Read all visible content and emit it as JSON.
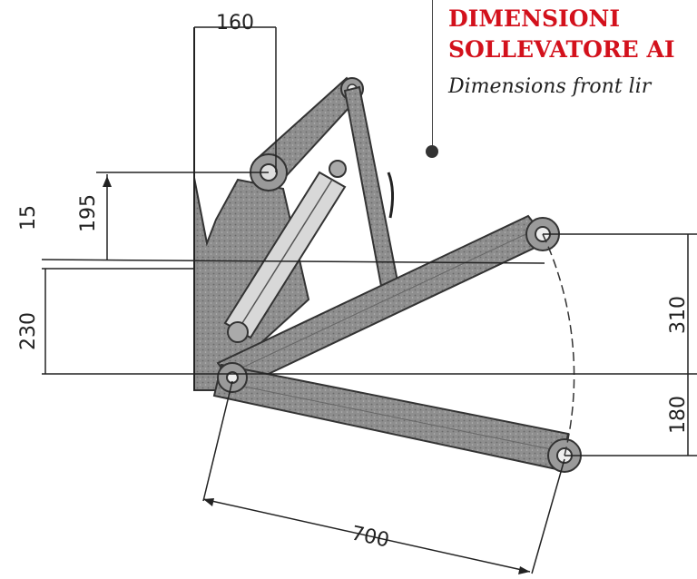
{
  "title_line1": "DIMENSIONI",
  "title_line2": "SOLLEVATORE AI",
  "subtitle": "Dimensions front lir",
  "dimensions": {
    "pivot_offset": "160",
    "upper_height": "195",
    "upper_gap": "15",
    "lower_height": "230",
    "arm_right_upper": "310",
    "arm_right_lower": "180",
    "arm_length": "700"
  },
  "colors": {
    "title_red": "#d3111c",
    "drawing_gray": "#8a8a8a"
  }
}
